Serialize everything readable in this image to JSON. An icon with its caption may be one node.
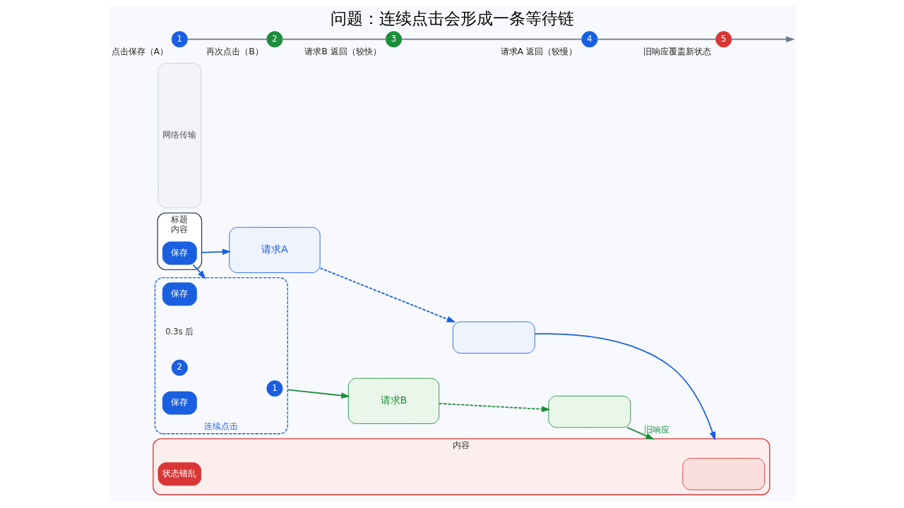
{
  "diagram": {
    "title": "问题：连续点击会形成一条等待链",
    "nodes": [
      {
        "text": [
          "标题",
          "内容"
        ]
      },
      {
        "text": [
          "保存"
        ],
        "in": 0
      },
      {
        "text": [
          "连续点击"
        ]
      },
      {
        "text": [
          "1"
        ],
        "in": 2
      },
      {
        "text": [
          "保存"
        ],
        "in": 2
      },
      {
        "text": [
          "0.3s 后"
        ],
        "in": 2
      },
      {
        "text": [
          "2"
        ],
        "in": 2
      },
      {
        "text": [
          "保存"
        ],
        "in": 2
      },
      {
        "text": [
          "请求A"
        ]
      },
      {
        "text": [
          "请求B"
        ]
      },
      {
        "text": [
          "网络传输"
        ]
      },
      {
        "text": [],
        "shape": "box"
      },
      {
        "text": [],
        "shape": "box"
      },
      {
        "text": [
          "内容"
        ],
        "beside": [
          "状态错乱"
        ]
      },
      {
        "text": [],
        "shape": "box",
        "in": 13
      },
      {
        "text": [
          "1"
        ],
        "beside": [
          "点击保存（A）"
        ]
      },
      {
        "text": [
          "2"
        ],
        "beside": [
          "再次点击（B）"
        ]
      },
      {
        "text": [
          "3"
        ],
        "beside": [
          "请求B 返回（较快）"
        ]
      },
      {
        "text": [
          "4"
        ],
        "beside": [
          "请求A 返回（较慢）"
        ]
      },
      {
        "text": [
          "5"
        ],
        "beside": [
          "旧响应覆盖新状态"
        ]
      }
    ],
    "edges": [
      {
        "from": 1,
        "to": 2,
        "arrow": "to"
      },
      {
        "from": 0,
        "to": 8,
        "arrow": "to"
      },
      {
        "from": 2,
        "to": 9,
        "arrow": "to",
        "color": "#1e8e3e"
      },
      {
        "from": 8,
        "to": 12,
        "arrow": "to",
        "style": "dashed"
      },
      {
        "from": 9,
        "to": 11,
        "arrow": "to",
        "style": "dashed",
        "color": "#1e8e3e"
      },
      {
        "from": 11,
        "to": 13,
        "arrow": "to",
        "label": "旧响应",
        "color": "#1e8e3e"
      },
      {
        "from": 12,
        "to": 13,
        "arrow": "to"
      },
      {
        "from": 15,
        "to": 16,
        "arrow": "none",
        "color": "#6b7a90"
      },
      {
        "from": 16,
        "to": 17,
        "arrow": "none",
        "color": "#6b7a90"
      },
      {
        "from": 17,
        "to": 18,
        "arrow": "none",
        "color": "#6b7a90"
      },
      {
        "from": 18,
        "to": 19,
        "arrow": "none",
        "color": "#6b7a90"
      },
      {
        "from": 19,
        "to": null,
        "arrow": "to",
        "color": "#6b7a90"
      }
    ]
  }
}
